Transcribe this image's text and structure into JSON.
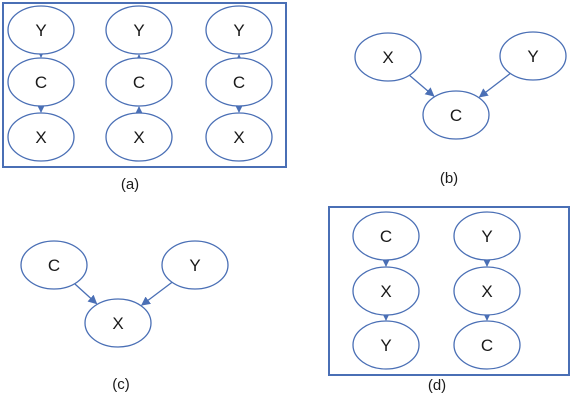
{
  "colors": {
    "line": "#4a6fb5",
    "text": "#1a1a1a",
    "background": "#ffffff"
  },
  "panels": [
    {
      "caption": "(a)",
      "framed": true,
      "nodes": [
        {
          "id": "a1y",
          "label": "Y"
        },
        {
          "id": "a1c",
          "label": "C"
        },
        {
          "id": "a1x",
          "label": "X"
        },
        {
          "id": "a2y",
          "label": "Y"
        },
        {
          "id": "a2c",
          "label": "C"
        },
        {
          "id": "a2x",
          "label": "X"
        },
        {
          "id": "a3y",
          "label": "Y"
        },
        {
          "id": "a3c",
          "label": "C"
        },
        {
          "id": "a3x",
          "label": "X"
        }
      ],
      "edges": [
        {
          "from": "a1y",
          "to": "a1c"
        },
        {
          "from": "a1c",
          "to": "a1x"
        },
        {
          "from": "a2c",
          "to": "a2y"
        },
        {
          "from": "a2x",
          "to": "a2c"
        },
        {
          "from": "a3c",
          "to": "a3y"
        },
        {
          "from": "a3c",
          "to": "a3x"
        }
      ]
    },
    {
      "caption": "(b)",
      "framed": false,
      "nodes": [
        {
          "id": "bx",
          "label": "X"
        },
        {
          "id": "by",
          "label": "Y"
        },
        {
          "id": "bc",
          "label": "C"
        }
      ],
      "edges": [
        {
          "from": "bx",
          "to": "bc"
        },
        {
          "from": "by",
          "to": "bc"
        }
      ]
    },
    {
      "caption": "(c)",
      "framed": false,
      "nodes": [
        {
          "id": "cc",
          "label": "C"
        },
        {
          "id": "cy",
          "label": "Y"
        },
        {
          "id": "cx",
          "label": "X"
        }
      ],
      "edges": [
        {
          "from": "cc",
          "to": "cx"
        },
        {
          "from": "cy",
          "to": "cx"
        }
      ]
    },
    {
      "caption": "(d)",
      "framed": true,
      "nodes": [
        {
          "id": "d1c",
          "label": "C"
        },
        {
          "id": "d1x",
          "label": "X"
        },
        {
          "id": "d1y",
          "label": "Y"
        },
        {
          "id": "d2y",
          "label": "Y"
        },
        {
          "id": "d2x",
          "label": "X"
        },
        {
          "id": "d2c",
          "label": "C"
        }
      ],
      "edges": [
        {
          "from": "d1c",
          "to": "d1x"
        },
        {
          "from": "d1x",
          "to": "d1y"
        },
        {
          "from": "d2y",
          "to": "d2x"
        },
        {
          "from": "d2x",
          "to": "d2c"
        }
      ]
    }
  ]
}
